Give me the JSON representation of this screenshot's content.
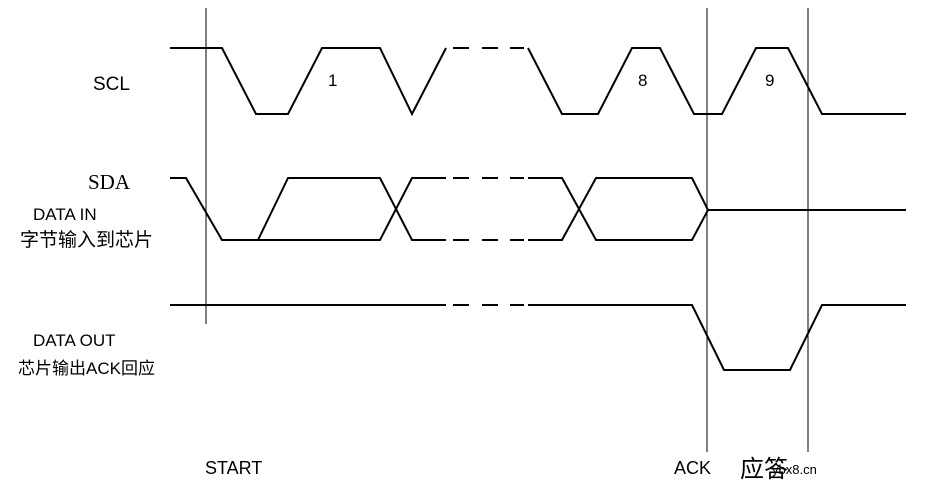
{
  "signals": {
    "scl": "SCL",
    "sda": "SDA",
    "data_in": "DATA IN",
    "data_in_cn": "字节输入到芯片",
    "data_out": "DATA OUT",
    "data_out_cn": "芯片输出ACK回应"
  },
  "clock_labels": {
    "first": "1",
    "eighth": "8",
    "ninth": "9"
  },
  "events": {
    "start": "START",
    "ack": "ACK",
    "ack_cn": "应答"
  },
  "watermark": "ybx8.cn"
}
